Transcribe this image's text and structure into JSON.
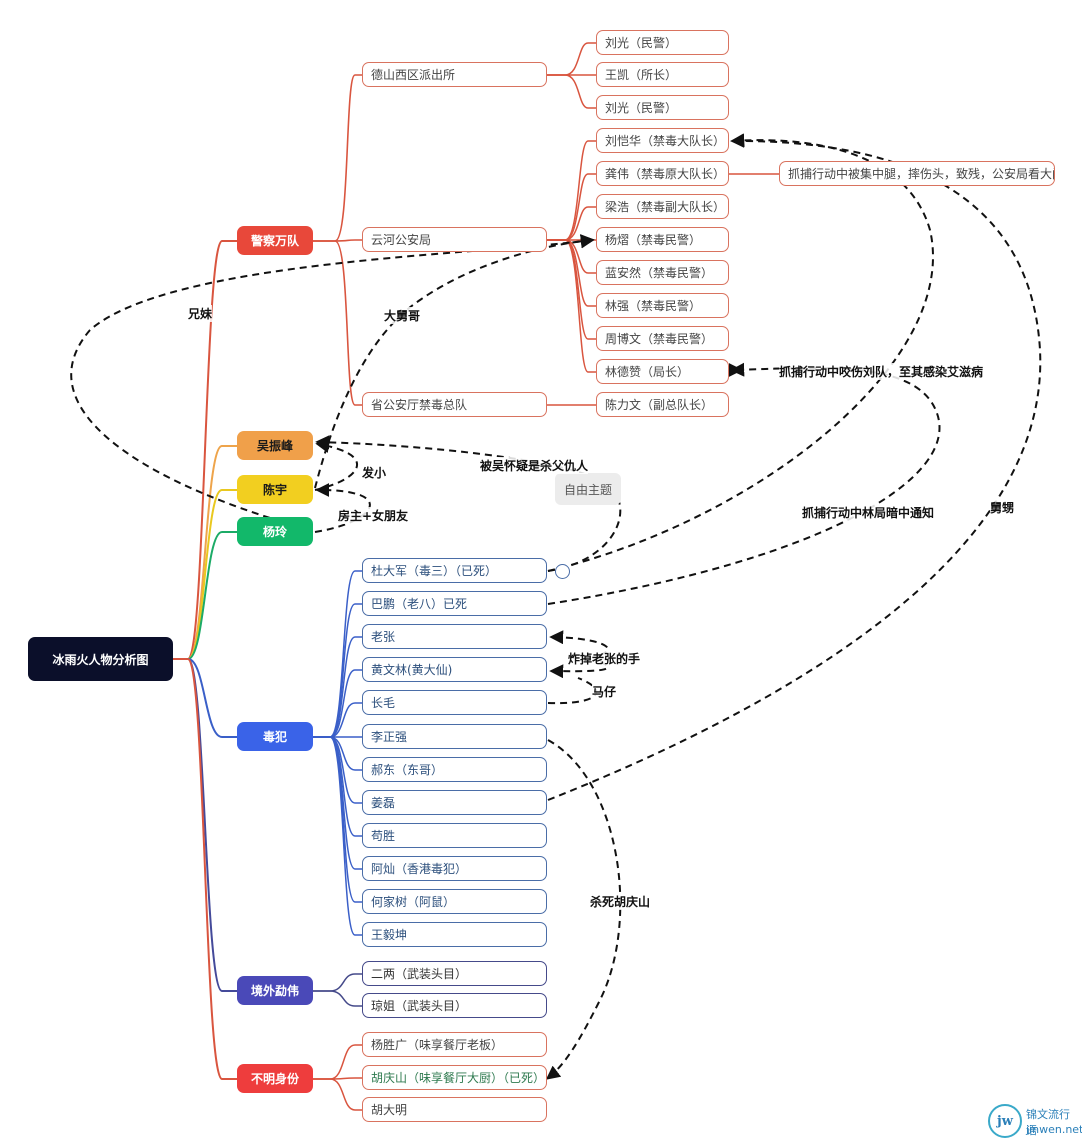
{
  "root": {
    "label": "冰雨火人物分析图"
  },
  "categories": {
    "police": {
      "label": "警察万队",
      "color": "#e8483a"
    },
    "wu": {
      "label": "吴振峰",
      "color": "#f0a04a"
    },
    "chen": {
      "label": "陈宇",
      "color": "#f2cf20"
    },
    "yang": {
      "label": "杨玲",
      "color": "#12b86a"
    },
    "drug": {
      "label": "毒犯",
      "color": "#3a63e8"
    },
    "foreign": {
      "label": "境外勐伟",
      "color": "#4a49b8"
    },
    "unknown": {
      "label": "不明身份",
      "color": "#ee3d3d"
    }
  },
  "police_units": {
    "deshan": "德山西区派出所",
    "yunhe": "云河公安局",
    "province": "省公安厅禁毒总队"
  },
  "police_members": {
    "deshan": [
      "刘光（民警）",
      "王凯（所长）",
      "刘光（民警）"
    ],
    "yunhe": [
      "刘恺华（禁毒大队长）",
      "龚伟（禁毒原大队长）",
      "梁浩（禁毒副大队长）",
      "杨熠（禁毒民警）",
      "蓝安然（禁毒民警）",
      "林强（禁毒民警）",
      "周博文（禁毒民警）",
      "林德赞（局长）"
    ],
    "province": [
      "陈力文（副总队长）"
    ]
  },
  "gongwei_note": "抓捕行动中被集中腿，摔伤头，致残，公安局看大门",
  "drug_dealers": [
    "杜大军（毒三）（已死）",
    "巴鹏（老八）已死",
    "老张",
    "黄文林(黄大仙)",
    "长毛",
    "李正强",
    "郝东（东哥）",
    "姜磊",
    "苟胜",
    "阿灿（香港毒犯）",
    "何家树（阿鼠）",
    "王毅坤"
  ],
  "foreign_members": [
    "二两（武装头目）",
    "琼姐（武装头目）"
  ],
  "unknown_members": [
    "杨胜广（味享餐厅老板）",
    "胡庆山（味享餐厅大厨）（已死）",
    "胡大明"
  ],
  "free_topic": "自由主题",
  "relations": {
    "siblings": "兄妹",
    "uncle": "大舅哥",
    "fa_xiao": "发小",
    "landlord": "房主+女朋友",
    "suspect": "被吴怀疑是杀父仇人",
    "bite": "抓捕行动中咬伤刘队，至其感染艾滋病",
    "notify": "抓捕行动中林局暗中通知",
    "in_law": "舅甥",
    "hand": "炸掉老张的手",
    "horse": "马仔",
    "kill": "杀死胡庆山"
  },
  "watermark": {
    "logo": "jw",
    "name": "锦文流行语",
    "url": "jinwen.net"
  }
}
